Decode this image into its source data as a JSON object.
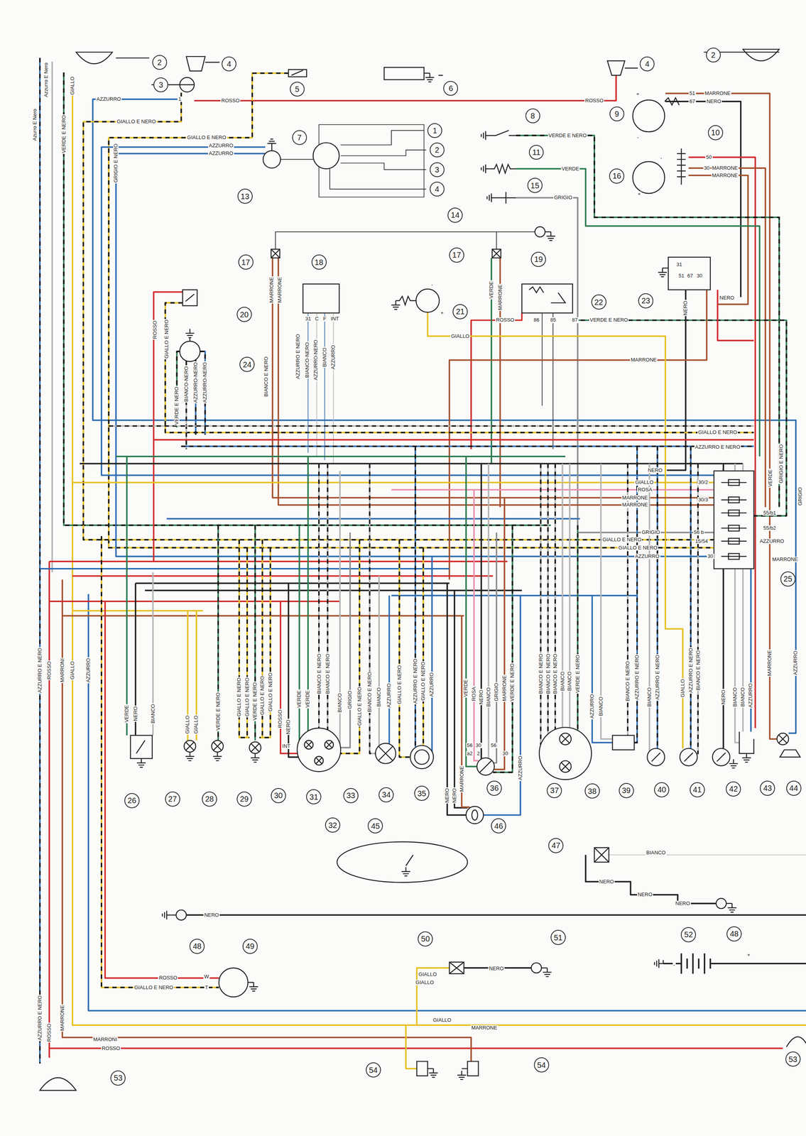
{
  "diagram": {
    "nodes": [
      {
        "text": [
          "2"
        ]
      },
      {
        "text": [
          "4"
        ]
      },
      {
        "text": [
          "3"
        ]
      },
      {
        "text": [
          "5"
        ]
      },
      {
        "text": [
          "6"
        ]
      },
      {
        "text": [
          "4"
        ]
      },
      {
        "text": [
          "2"
        ]
      },
      {
        "text": [
          "9"
        ]
      },
      {
        "text": [
          "8"
        ]
      },
      {
        "text": [
          "1"
        ]
      },
      {
        "text": [
          "10"
        ]
      },
      {
        "text": [
          "7"
        ]
      },
      {
        "text": [
          "2"
        ]
      },
      {
        "text": [
          "11"
        ]
      },
      {
        "text": [
          "3"
        ]
      },
      {
        "text": [
          "16"
        ]
      },
      {
        "text": [
          "15"
        ]
      },
      {
        "text": [
          "4"
        ]
      },
      {
        "text": [
          "13"
        ]
      },
      {
        "text": [
          "14"
        ]
      },
      {
        "text": [
          "17"
        ]
      },
      {
        "text": [
          "19"
        ]
      },
      {
        "text": [
          "17"
        ]
      },
      {
        "text": [
          "18"
        ]
      },
      {
        "text": [
          "23"
        ]
      },
      {
        "text": [
          "22"
        ]
      },
      {
        "text": [
          "21"
        ]
      },
      {
        "text": [
          "20"
        ]
      },
      {
        "text": [
          "24"
        ]
      },
      {
        "text": [
          "25"
        ]
      },
      {
        "text": [
          "44"
        ]
      },
      {
        "text": [
          "43"
        ]
      },
      {
        "text": [
          "36"
        ]
      },
      {
        "text": [
          "42"
        ]
      },
      {
        "text": [
          "41"
        ]
      },
      {
        "text": [
          "40"
        ]
      },
      {
        "text": [
          "39"
        ]
      },
      {
        "text": [
          "37"
        ]
      },
      {
        "text": [
          "38"
        ]
      },
      {
        "text": [
          "35"
        ]
      },
      {
        "text": [
          "34"
        ]
      },
      {
        "text": [
          "30"
        ]
      },
      {
        "text": [
          "33"
        ]
      },
      {
        "text": [
          "31"
        ]
      },
      {
        "text": [
          "27"
        ]
      },
      {
        "text": [
          "28"
        ]
      },
      {
        "text": [
          "29"
        ]
      },
      {
        "text": [
          "26"
        ]
      },
      {
        "text": [
          "46"
        ]
      },
      {
        "text": [
          "32"
        ]
      },
      {
        "text": [
          "45"
        ]
      },
      {
        "text": [
          "47"
        ]
      },
      {
        "text": [
          "48"
        ]
      },
      {
        "text": [
          "52"
        ]
      },
      {
        "text": [
          "51"
        ]
      },
      {
        "text": [
          "50"
        ]
      },
      {
        "text": [
          "48"
        ]
      },
      {
        "text": [
          "49"
        ]
      },
      {
        "text": [
          "53"
        ]
      },
      {
        "text": [
          "54"
        ]
      },
      {
        "text": [
          "54"
        ]
      },
      {
        "text": [
          "53"
        ]
      }
    ],
    "labels": [
      "Azurro E Nero",
      "Azzurro E Nero",
      "GIALLO",
      "VERDE E NERO",
      "AZZURRO",
      "1",
      "ROSSO",
      "GIALLO E NERO",
      "GRIGIO E NERO",
      "GIALLO E NERO",
      "AZZURRO",
      "AZZURRO",
      "ROSSO",
      "51",
      "MARRONE",
      "67",
      "NERO",
      "VERDE E NERO",
      "50",
      "30",
      "MARRONE",
      "MARRONE",
      "VERDE",
      "GRIGIO",
      "MARRONE",
      "MARRONE",
      "31",
      "C",
      "F",
      "INT",
      "VERDE",
      "MARRONE",
      "ROSSO",
      "86",
      "85",
      "87",
      "VERDE E NERO",
      "31",
      "51",
      "67",
      "30",
      "NERO",
      "NERO",
      "ROSSO",
      "GIALLO E NERO",
      "GIALLO",
      "MARRONE",
      "VERDE E NERO",
      "BIANCO-NERO",
      "AZZURRO-NERO",
      "AZZURRO-NERO",
      "BIANCO E NERO",
      "AZZURRO E NERO",
      "BIANCO-NERO",
      "AZZURRO-NERO",
      "BIANCO",
      "AZZURRO",
      "GIALLO E NERO",
      "AZZURRO E NERO",
      "NERO",
      "GIALLO",
      "ROSA",
      "MARRONE",
      "MARRONE",
      "30/2",
      "30/3",
      "55/b1",
      "55/b2",
      "GRIGIO",
      "56 b",
      "GIALLO E NERO",
      "15/54",
      "AZZURRO",
      "GIALLO E NERO",
      "AZZURRO",
      "30",
      "MARRONE",
      "GRIGIO E NERO",
      "VERDE",
      "GRIGIO",
      "AZZURRO E NERO",
      "ROSSO",
      "MARRONI",
      "GIALLO",
      "AZZURRO",
      "VERDE",
      "NERO",
      "BIANCO",
      "GIALLO",
      "GIALLO",
      "VERDE E NERO",
      "GIALLO E NERO",
      "GIALLO E NERO",
      "VERDE E NERO",
      "GIALLO E NERO",
      "GIALLO E NERO",
      "ROSSO",
      "NERO",
      "VERDE",
      "VERDE",
      "BIANCO E NERO",
      "BIANCO E NERO",
      "BIANCO",
      "GRIGIO",
      "GIALLO E NERO",
      "INT",
      "BIANCO E NERO",
      "BIANCO",
      "AZZURRO",
      "GIALLO E NERO",
      "AZZURRO E NERO",
      "GIALLO E NERO",
      "AZZURRO",
      "VERDE",
      "ROSA",
      "NERO",
      "BIANCO",
      "GRIGIO",
      "MARRONE",
      "VERDE E NERO",
      "56",
      "a2",
      "30",
      "2",
      "56",
      "30",
      "MARRONE",
      "NERO",
      "NERO",
      "AZZURRO",
      "BIANCO E NERO",
      "BIANCO E NERO",
      "BIANCO E NERO",
      "BIANCO",
      "BIANCO",
      "VERDE E NERO",
      "AZZURRO",
      "BIANCO",
      "BIANCO E NERO",
      "AZZURRO E NERO",
      "BIANCO",
      "AZZURRO E NERO",
      "GIALLO",
      "AZZURRO E NERO",
      "BIANCO E NERO",
      "NERO",
      "BIANCO",
      "BIANCO",
      "AZZURRO",
      "MARRONE",
      "AZZURRO",
      "BIANCO",
      "NERO",
      "NERO",
      "NERO",
      "NERO",
      "ROSSO",
      "W",
      "GIALLO E NERO",
      "T",
      "GIALLO",
      "GIALLO",
      "NERO",
      "-",
      "+",
      "GIALLO",
      "MARRONE",
      "MARRONI",
      "ROSSO",
      "AZZURRO E NERO",
      "ROSSO",
      "MARRONE",
      "+",
      "-",
      "-",
      "+",
      "-",
      "+"
    ]
  }
}
